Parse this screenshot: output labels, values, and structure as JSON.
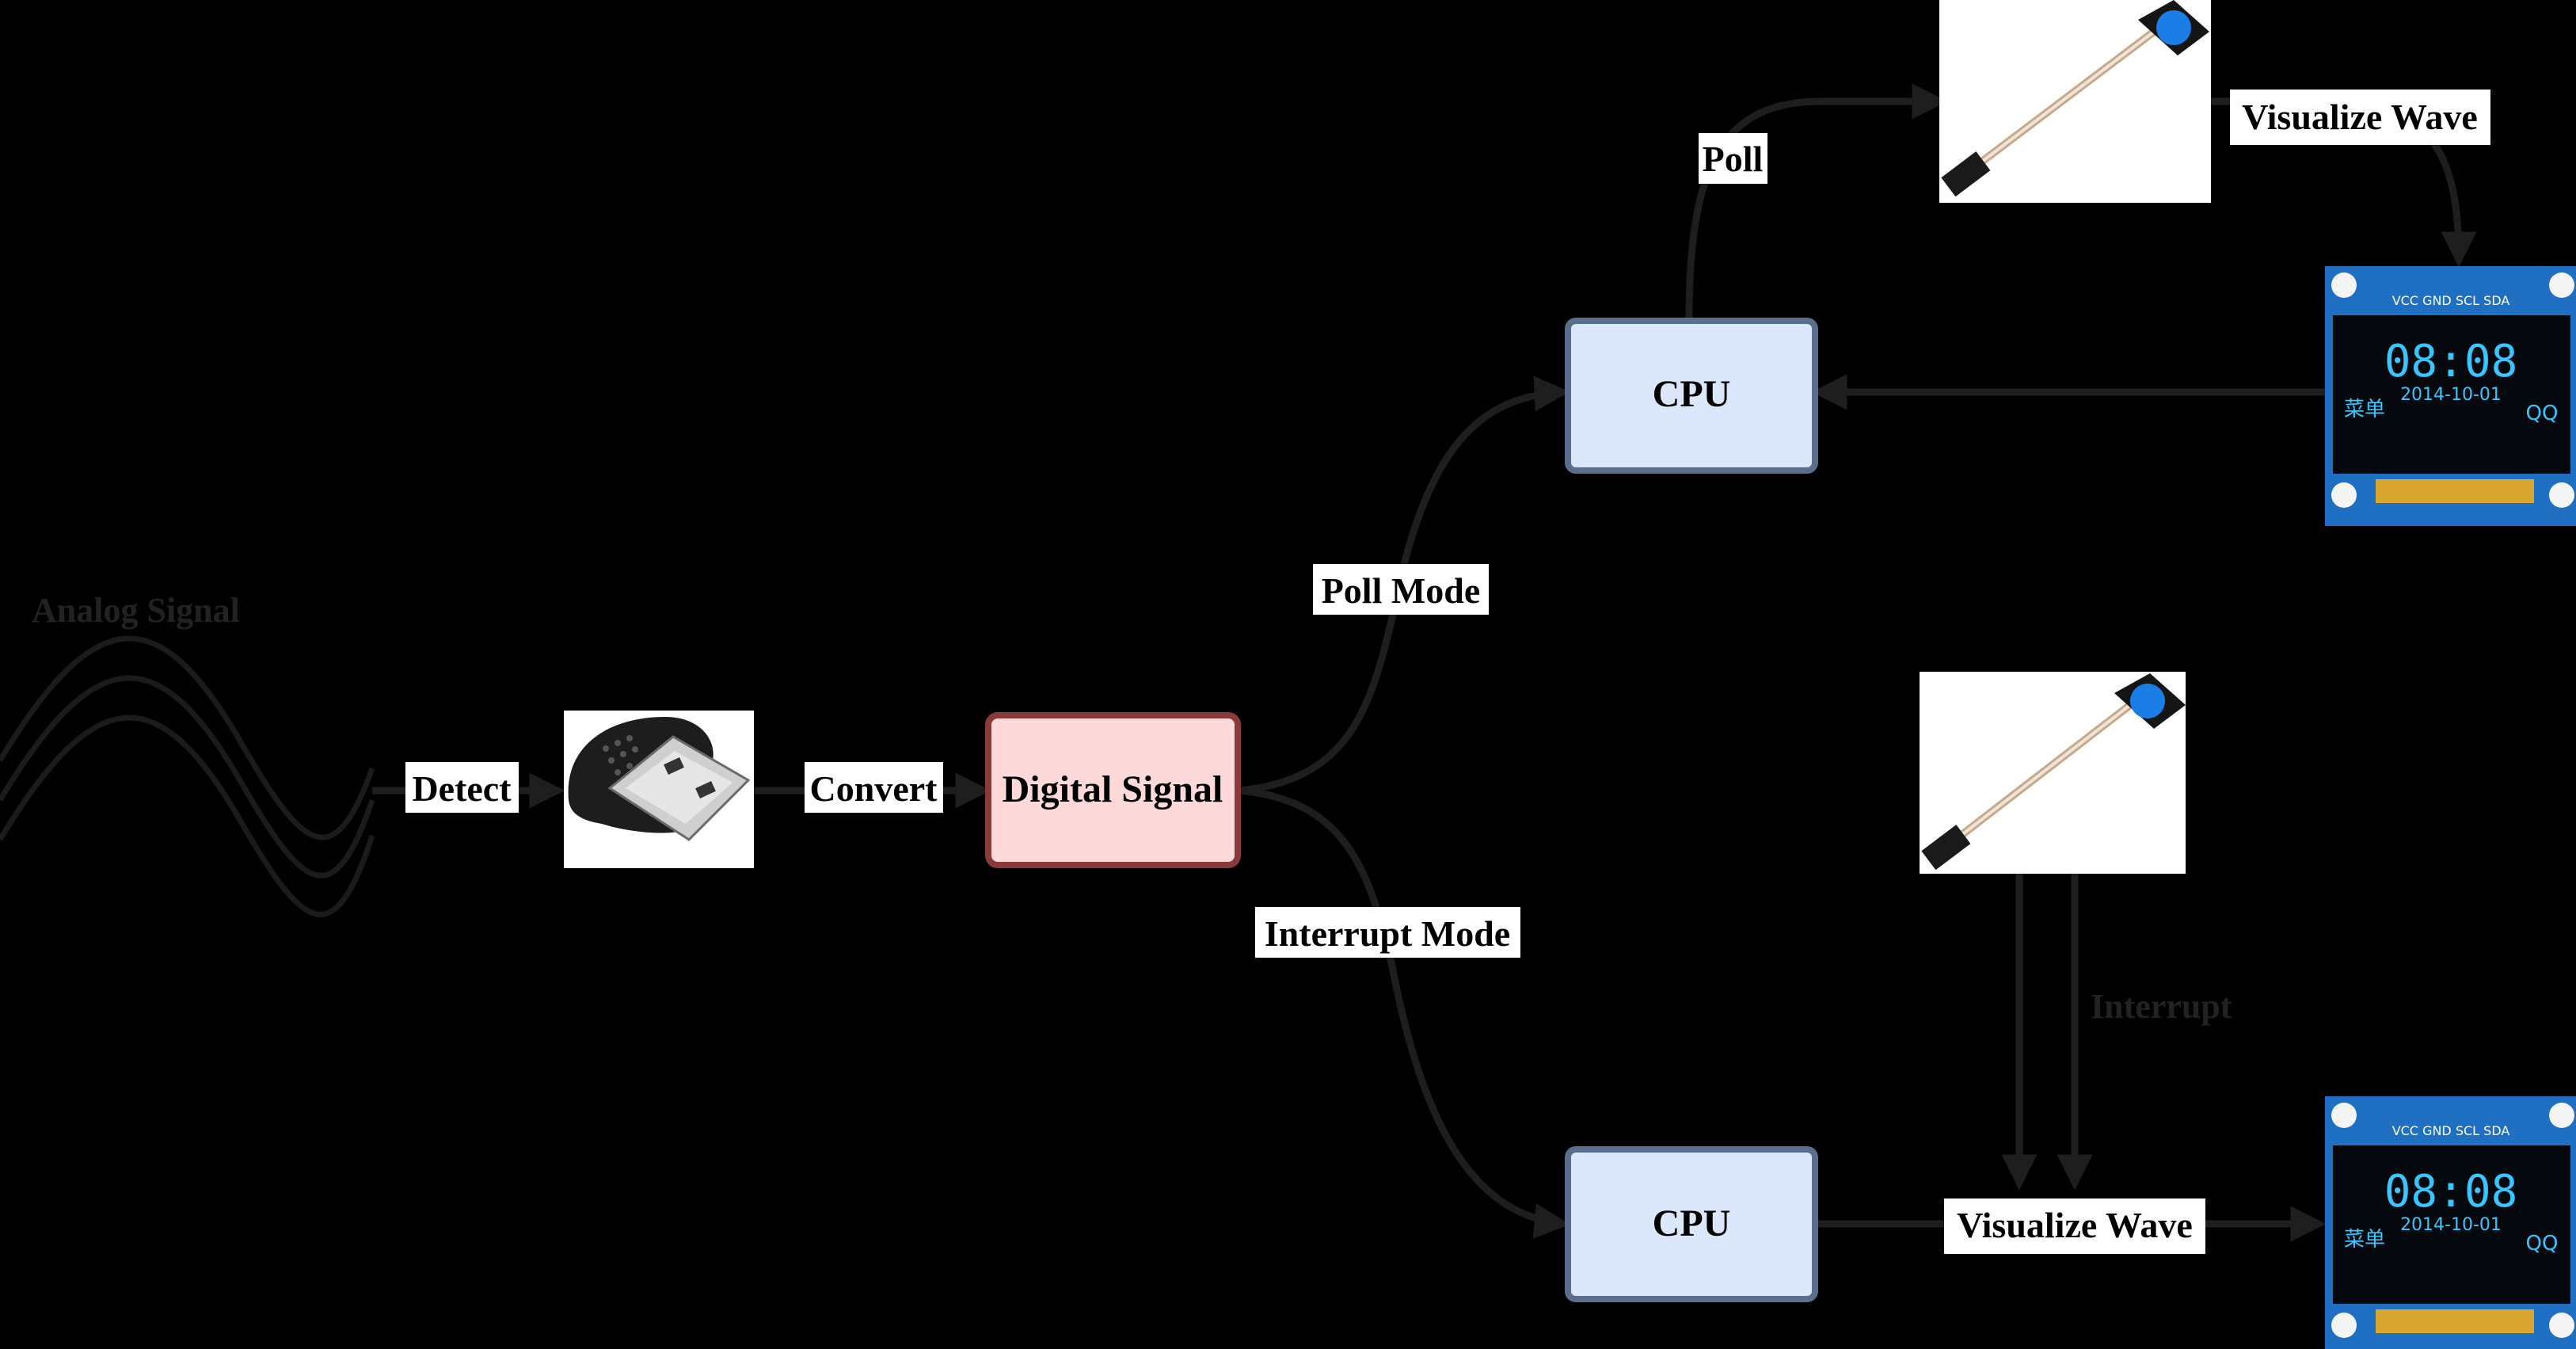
{
  "colors": {
    "background": "#000000",
    "connector": "#1e1e1e",
    "label_bg": "#ffffff",
    "label_text": "#000000",
    "digital_fill": "#fdd9d9",
    "digital_border": "#8b3a3a",
    "cpu_fill": "#dbe8fb",
    "cpu_border": "#5a6f8c",
    "faint_text": "#222222",
    "oled_cyan": "#37c6ff",
    "oled_board": "#1f6fc2",
    "sensor_dot": "#1a7ee6"
  },
  "analog": {
    "label": "Analog Signal"
  },
  "edges": {
    "detect": "Detect",
    "convert": "Convert",
    "poll_mode": "Poll Mode",
    "interrupt_mode": "Interrupt Mode",
    "poll": "Poll",
    "visualize_top": "Visualize Wave",
    "visualize_bottom": "Visualize Wave",
    "interrupt": "Interrupt"
  },
  "nodes": {
    "digital_signal": "Digital Signal",
    "cpu_top": "CPU",
    "cpu_bottom": "CPU"
  },
  "images": {
    "microphone": "usb-microphone-icon",
    "sensor": "membrane-pressure-sensor-icon",
    "oled": "oled-display-module-icon"
  },
  "oled": {
    "pins": "VCC GND SCL SDA",
    "time": "08:08",
    "date": "2014-10-01",
    "menu": "菜单",
    "qq": "QQ"
  }
}
